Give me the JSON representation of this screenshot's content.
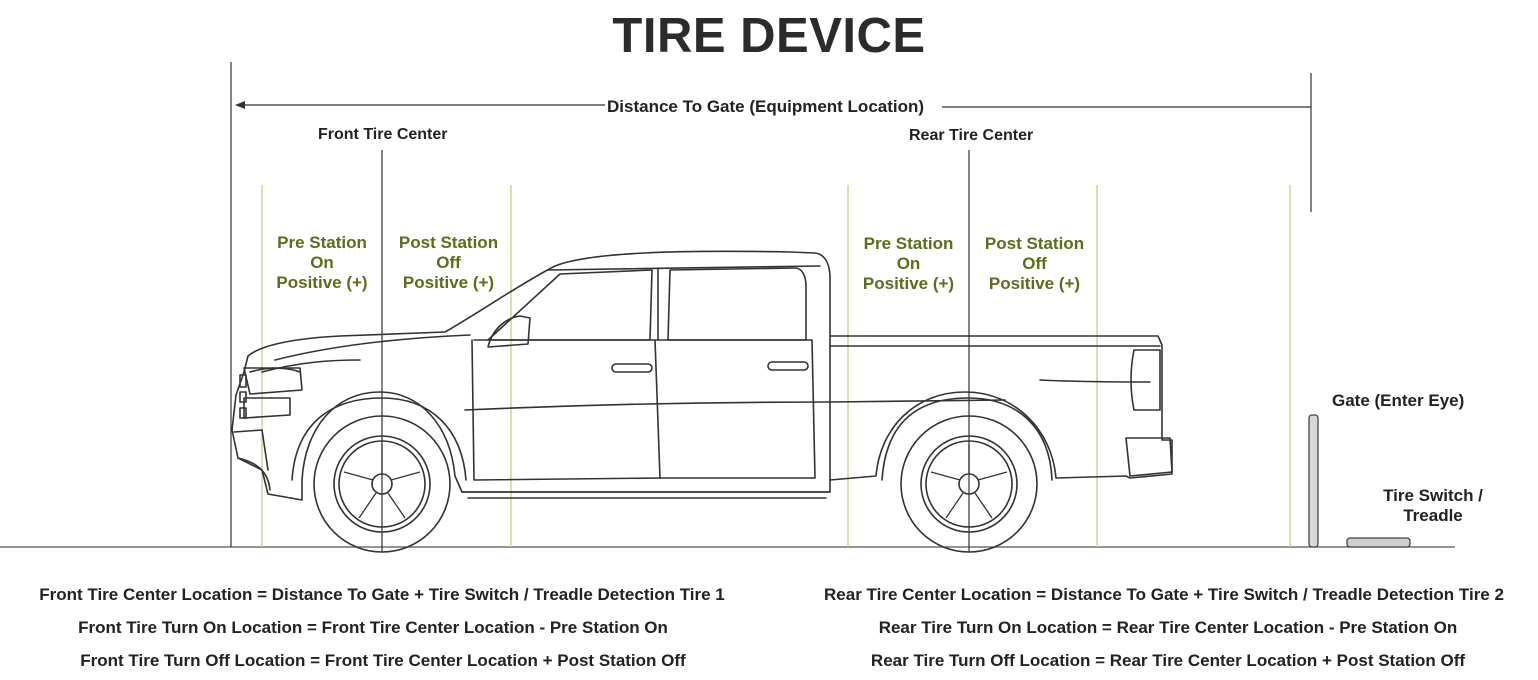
{
  "title": "TIRE DEVICE",
  "labels": {
    "distance_to_gate": "Distance To Gate (Equipment Location)",
    "front_tire_center": "Front Tire Center",
    "rear_tire_center": "Rear Tire Center",
    "gate": "Gate (Enter Eye)",
    "tire_switch_line1": "Tire Switch /",
    "tire_switch_line2": "Treadle"
  },
  "stations": {
    "front_pre": [
      "Pre Station",
      "On",
      "Positive (+)"
    ],
    "front_post": [
      "Post Station",
      "Off",
      "Positive (+)"
    ],
    "rear_pre": [
      "Pre Station",
      "On",
      "Positive (+)"
    ],
    "rear_post": [
      "Post Station",
      "Off",
      "Positive (+)"
    ]
  },
  "formulas": {
    "front": [
      "Front Tire Center Location = Distance To Gate + Tire Switch / Treadle Detection Tire 1",
      "Front Tire Turn On Location = Front Tire Center Location - Pre Station On",
      "Front Tire Turn Off Location = Front Tire Center Location + Post Station Off"
    ],
    "rear": [
      "Rear Tire Center Location = Distance To Gate + Tire Switch / Treadle Detection Tire 2",
      "Rear Tire Turn On Location = Rear Tire Center Location - Pre Station On",
      "Rear Tire Turn Off Location = Rear Tire Center Location + Post Station Off"
    ]
  },
  "colors": {
    "station_text": "#5a6e1c",
    "station_line": "#c8d58a",
    "line": "#333333"
  }
}
